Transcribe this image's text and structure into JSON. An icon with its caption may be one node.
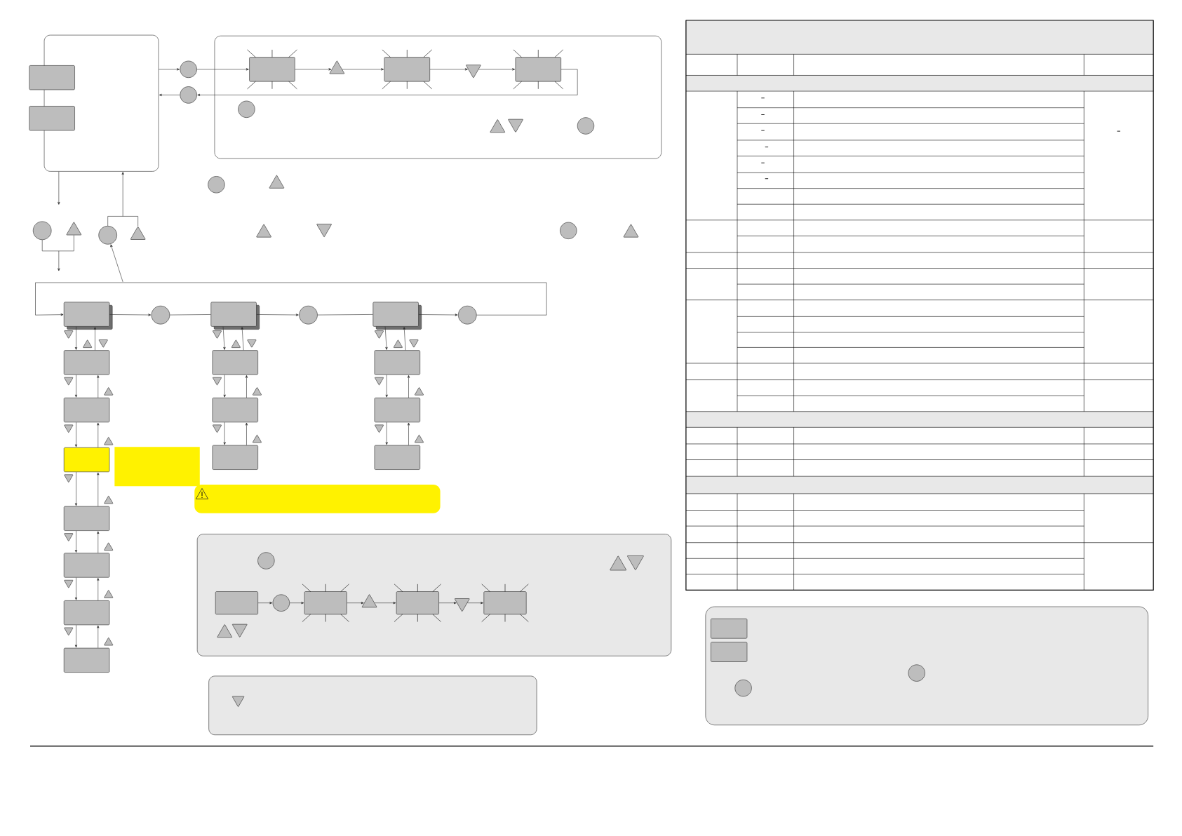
{
  "diagram": {
    "nodes": [
      {
        "text": [],
        "shape": "box"
      },
      {
        "text": [],
        "shape": "box"
      },
      {
        "text": [],
        "shape": "box"
      },
      {
        "text": [],
        "shape": "circle"
      },
      {
        "text": [],
        "shape": "circle"
      },
      {
        "text": [],
        "shape": "box"
      },
      {
        "text": [],
        "shape": "box",
        "in": 5
      },
      {
        "text": [],
        "shape": "triangle",
        "in": 5
      },
      {
        "text": [],
        "shape": "box",
        "in": 5
      },
      {
        "text": [],
        "shape": "triangle",
        "in": 5
      },
      {
        "text": [],
        "shape": "box",
        "in": 5
      },
      {
        "text": [],
        "shape": "circle"
      },
      {
        "text": [],
        "shape": "triangle"
      },
      {
        "text": [],
        "shape": "circle"
      },
      {
        "text": [],
        "shape": "triangle"
      },
      {
        "text": [],
        "shape": "box"
      },
      {
        "text": [],
        "shape": "circle"
      },
      {
        "text": [],
        "shape": "box"
      },
      {
        "text": [],
        "shape": "circle"
      },
      {
        "text": [],
        "shape": "box"
      },
      {
        "text": [],
        "shape": "circle"
      },
      {
        "text": [],
        "shape": "box"
      },
      {
        "text": [],
        "shape": "box"
      },
      {
        "text": [],
        "shape": "box"
      },
      {
        "text": [],
        "shape": "box"
      },
      {
        "text": [],
        "shape": "box"
      },
      {
        "text": [],
        "shape": "box"
      },
      {
        "text": [],
        "shape": "box"
      },
      {
        "text": [],
        "shape": "box"
      },
      {
        "text": [],
        "shape": "box"
      },
      {
        "text": [],
        "shape": "box"
      },
      {
        "text": [],
        "shape": "box"
      },
      {
        "text": [],
        "shape": "box"
      },
      {
        "text": [],
        "shape": "box"
      },
      {
        "text": [],
        "shape": "box"
      },
      {
        "text": [],
        "shape": "box",
        "in": 34
      },
      {
        "text": [],
        "shape": "circle",
        "in": 34
      },
      {
        "text": [],
        "shape": "box",
        "in": 34
      },
      {
        "text": [],
        "shape": "triangle",
        "in": 34
      },
      {
        "text": [],
        "shape": "box",
        "in": 34
      },
      {
        "text": [],
        "shape": "triangle",
        "in": 34
      },
      {
        "text": [],
        "shape": "box",
        "in": 34
      }
    ],
    "edges": [
      {
        "from": 0,
        "to": 3,
        "arrow": "to"
      },
      {
        "from": 4,
        "to": 0,
        "arrow": "to"
      },
      {
        "from": 3,
        "to": 6,
        "arrow": "to"
      },
      {
        "from": 6,
        "to": 7,
        "arrow": "to"
      },
      {
        "from": 7,
        "to": 8,
        "arrow": "to"
      },
      {
        "from": 8,
        "to": 9,
        "arrow": "to"
      },
      {
        "from": 9,
        "to": 10,
        "arrow": "to"
      },
      {
        "from": 10,
        "to": 4,
        "arrow": "to"
      },
      {
        "from": 0,
        "to": null,
        "arrow": "to"
      },
      {
        "from": 11,
        "to": null,
        "arrow": "to"
      },
      {
        "from": 12,
        "to": null,
        "arrow": "to"
      },
      {
        "from": 13,
        "to": 0,
        "arrow": "to"
      },
      {
        "from": 14,
        "to": 0,
        "arrow": "to"
      },
      {
        "from": null,
        "to": 13,
        "arrow": "to"
      },
      {
        "from": 15,
        "to": 16,
        "arrow": "to"
      },
      {
        "from": 16,
        "to": 17,
        "arrow": "none"
      },
      {
        "from": 17,
        "to": 18,
        "arrow": "to"
      },
      {
        "from": 18,
        "to": 19,
        "arrow": "none"
      },
      {
        "from": 19,
        "to": 20,
        "arrow": "to"
      },
      {
        "from": 20,
        "to": 15,
        "arrow": "to"
      },
      {
        "from": 15,
        "to": 21,
        "arrow": "to"
      },
      {
        "from": 21,
        "to": 15,
        "arrow": "to"
      },
      {
        "from": 21,
        "to": 22,
        "arrow": "to"
      },
      {
        "from": 22,
        "to": 21,
        "arrow": "to"
      },
      {
        "from": 22,
        "to": 23,
        "arrow": "to"
      },
      {
        "from": 23,
        "to": 22,
        "arrow": "to"
      },
      {
        "from": 23,
        "to": 24,
        "arrow": "to"
      },
      {
        "from": 24,
        "to": 23,
        "arrow": "to"
      },
      {
        "from": 24,
        "to": 25,
        "arrow": "to"
      },
      {
        "from": 25,
        "to": 24,
        "arrow": "to"
      },
      {
        "from": 25,
        "to": 26,
        "arrow": "to"
      },
      {
        "from": 26,
        "to": 25,
        "arrow": "to"
      },
      {
        "from": 26,
        "to": 27,
        "arrow": "to"
      },
      {
        "from": 27,
        "to": 26,
        "arrow": "to"
      },
      {
        "from": 17,
        "to": 28,
        "arrow": "to"
      },
      {
        "from": 28,
        "to": 17,
        "arrow": "to"
      },
      {
        "from": 28,
        "to": 29,
        "arrow": "to"
      },
      {
        "from": 29,
        "to": 28,
        "arrow": "to"
      },
      {
        "from": 29,
        "to": 30,
        "arrow": "to"
      },
      {
        "from": 30,
        "to": 29,
        "arrow": "to"
      },
      {
        "from": 19,
        "to": 31,
        "arrow": "to"
      },
      {
        "from": 31,
        "to": 19,
        "arrow": "to"
      },
      {
        "from": 31,
        "to": 32,
        "arrow": "to"
      },
      {
        "from": 32,
        "to": 31,
        "arrow": "to"
      },
      {
        "from": 32,
        "to": 33,
        "arrow": "to"
      },
      {
        "from": 33,
        "to": 32,
        "arrow": "to"
      },
      {
        "from": 35,
        "to": 36,
        "arrow": "to"
      },
      {
        "from": 36,
        "to": 37,
        "arrow": "to"
      },
      {
        "from": 37,
        "to": 38,
        "arrow": "to"
      },
      {
        "from": 38,
        "to": 39,
        "arrow": "to"
      },
      {
        "from": 39,
        "to": 40,
        "arrow": "to"
      },
      {
        "from": 40,
        "to": 41,
        "arrow": "to"
      }
    ],
    "labels": [
      "–",
      "–",
      "–",
      "–",
      "–",
      "–",
      "–"
    ]
  }
}
